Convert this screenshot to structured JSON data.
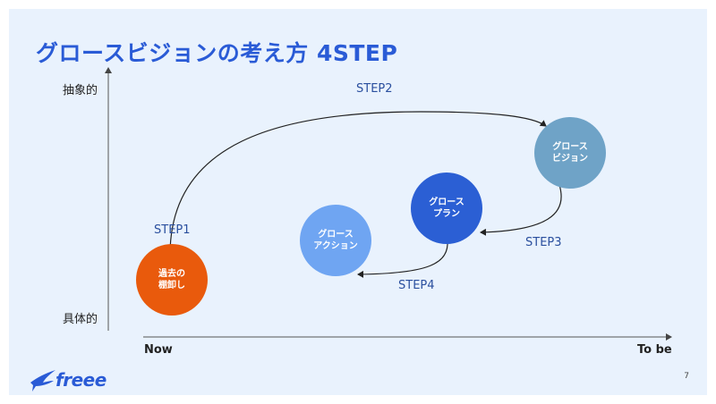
{
  "title": "グロースビジョンの考え方 4STEP",
  "y_axis": {
    "top_label": "抽象的",
    "bottom_label": "具体的"
  },
  "x_axis": {
    "left_label": "Now",
    "right_label": "To be"
  },
  "steps": {
    "step1": "STEP1",
    "step2": "STEP2",
    "step3": "STEP3",
    "step4": "STEP4"
  },
  "circles": {
    "past": {
      "label": "過去の\n棚卸し",
      "color": "#e95a0c"
    },
    "vision": {
      "label": "グロース\nビジョン",
      "color": "#6fa3c7"
    },
    "plan": {
      "label": "グロース\nプラン",
      "color": "#2b5fd4"
    },
    "action": {
      "label": "グロース\nアクション",
      "color": "#6fa5f2"
    }
  },
  "logo": {
    "text": "freee"
  },
  "page_number": "7"
}
